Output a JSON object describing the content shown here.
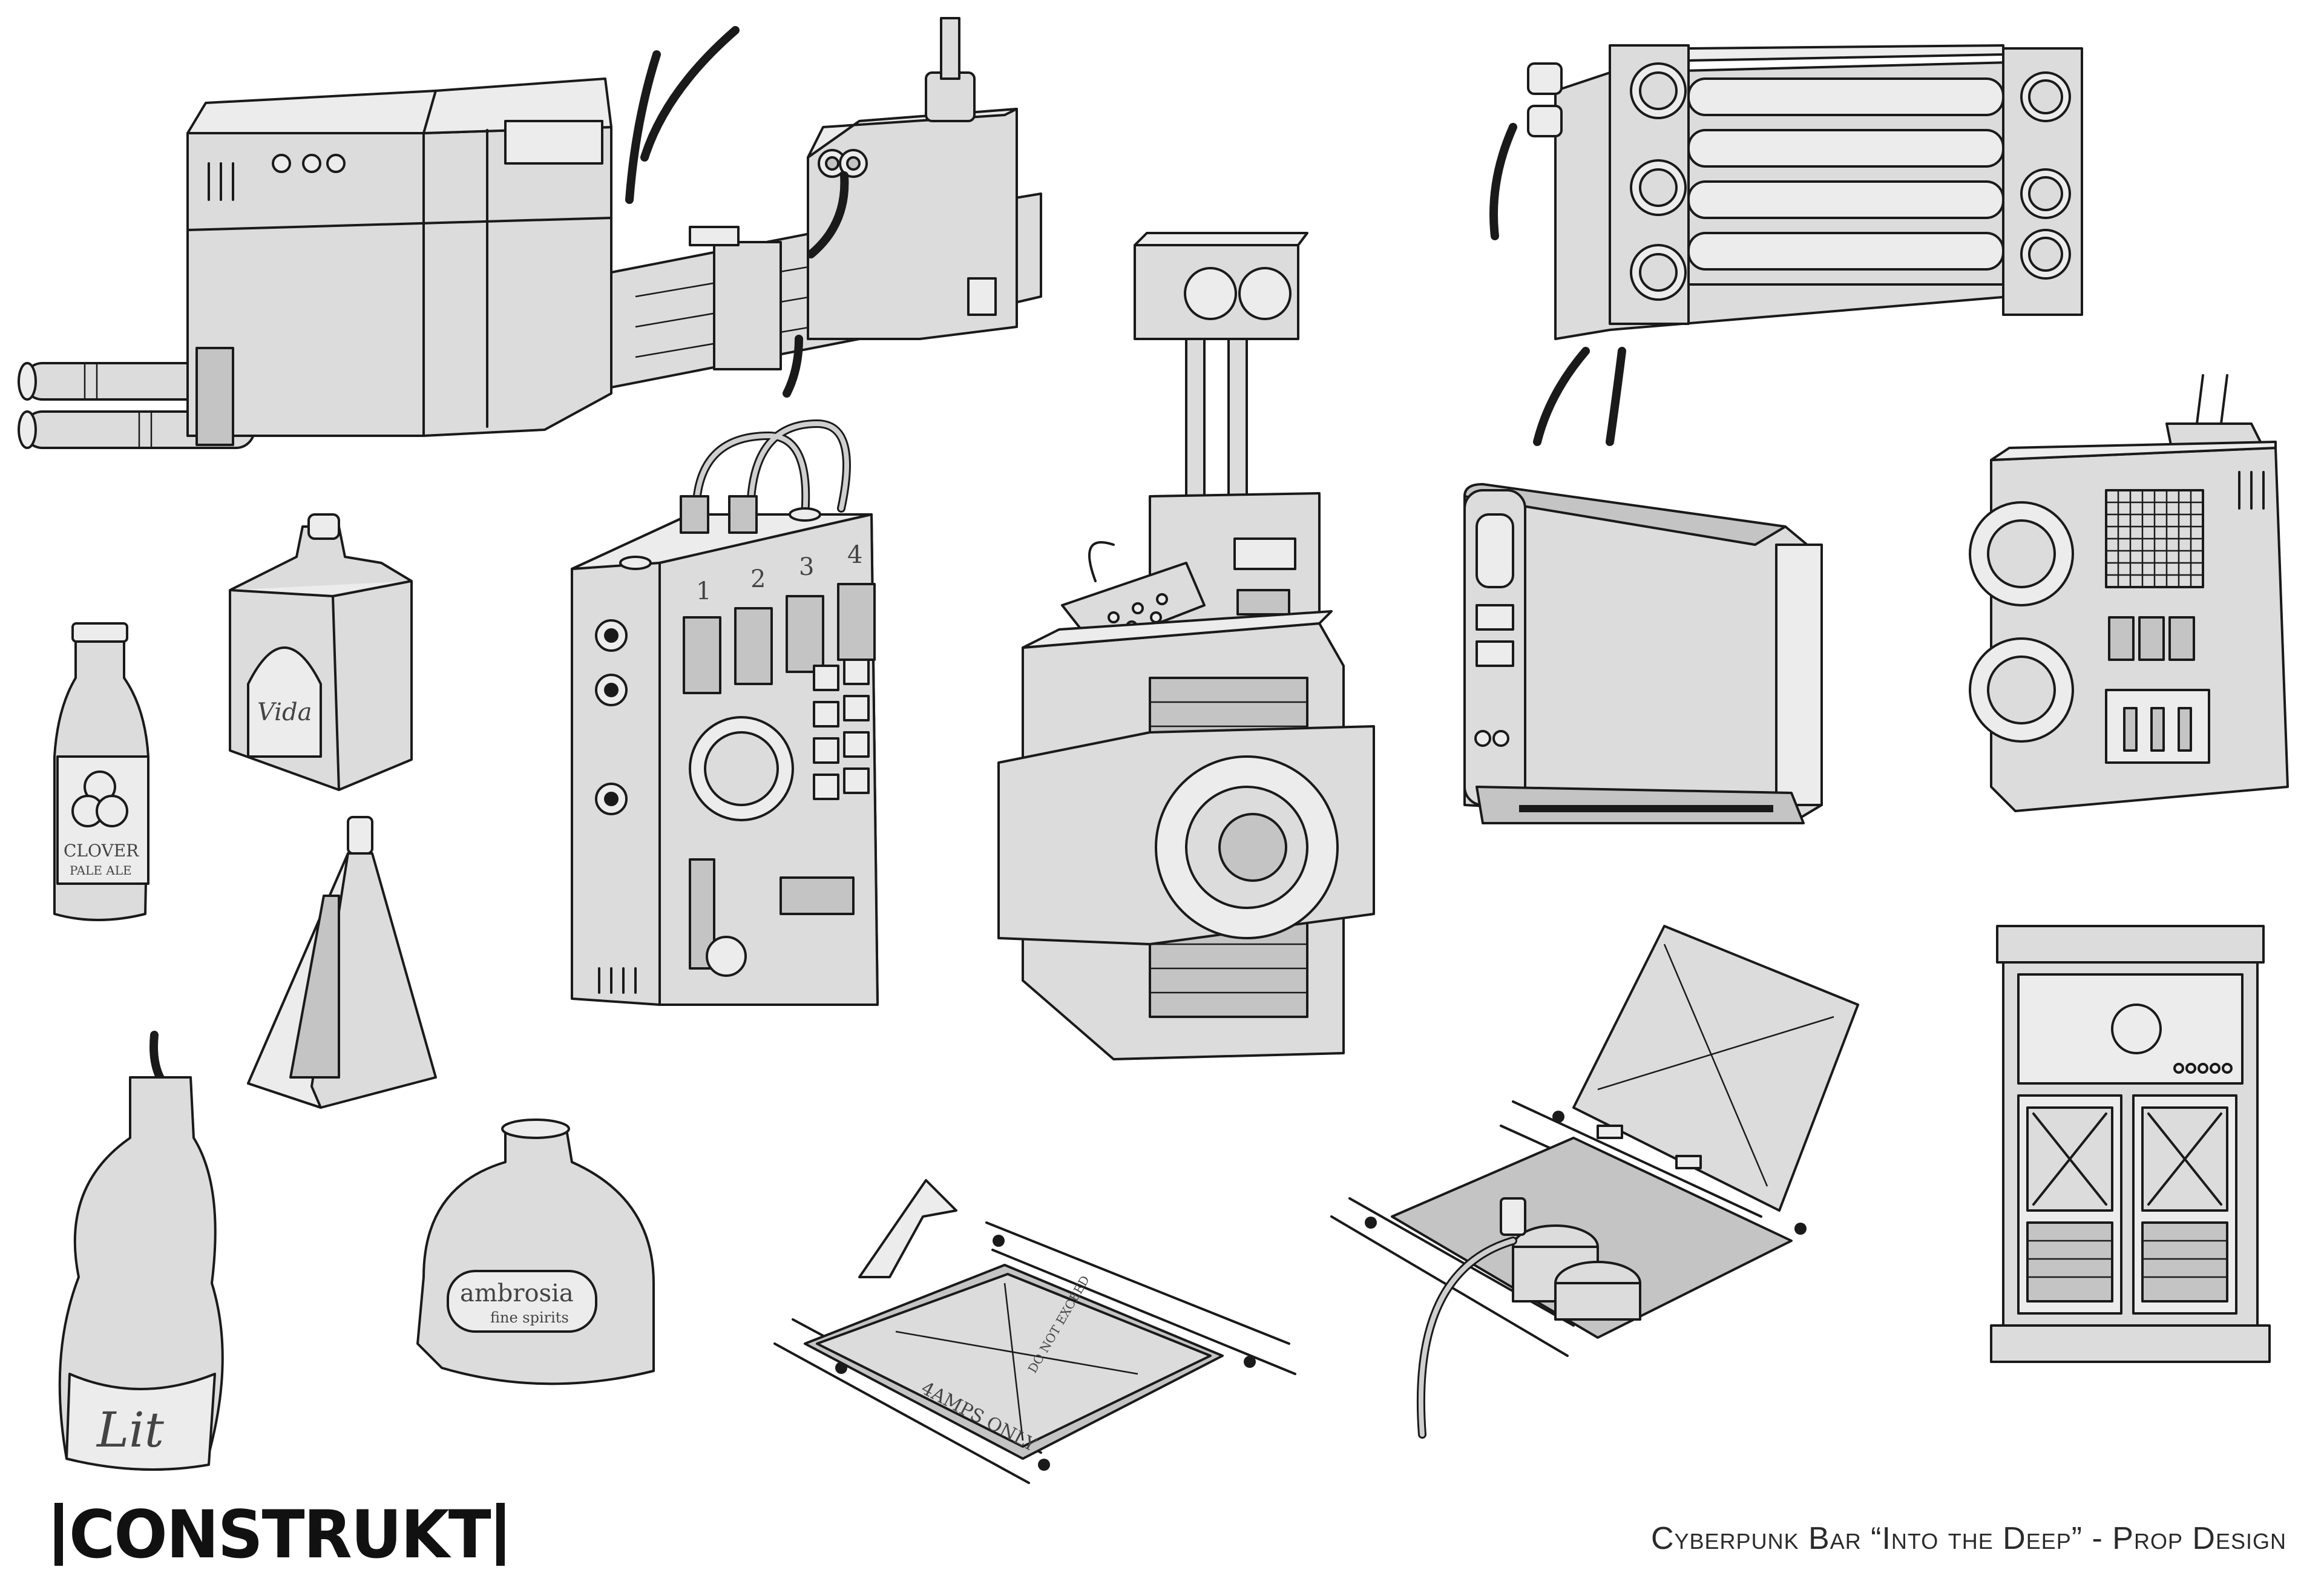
{
  "brand": {
    "logo_text": "CONSTRUKT"
  },
  "caption": "Cyberpunk Bar “Into the Deep” - Prop Design",
  "labels": {
    "switch_numbers": [
      "1",
      "2",
      "3",
      "4"
    ],
    "bottle_vida": "Vida",
    "bottle_clover": "CLOVER",
    "bottle_clover_sub": "PALE ALE",
    "bottle_ambrosia": "ambrosia",
    "bottle_ambrosia_sub": "fine spirits",
    "bottle_lit": "Lit",
    "hatch_text_1": "4AMPS ONLY",
    "hatch_text_2": "DO NOT EXCEED"
  },
  "colors": {
    "prop_fill": "#dcdcdc",
    "outline": "#1a1a1a",
    "background": "#ffffff"
  }
}
